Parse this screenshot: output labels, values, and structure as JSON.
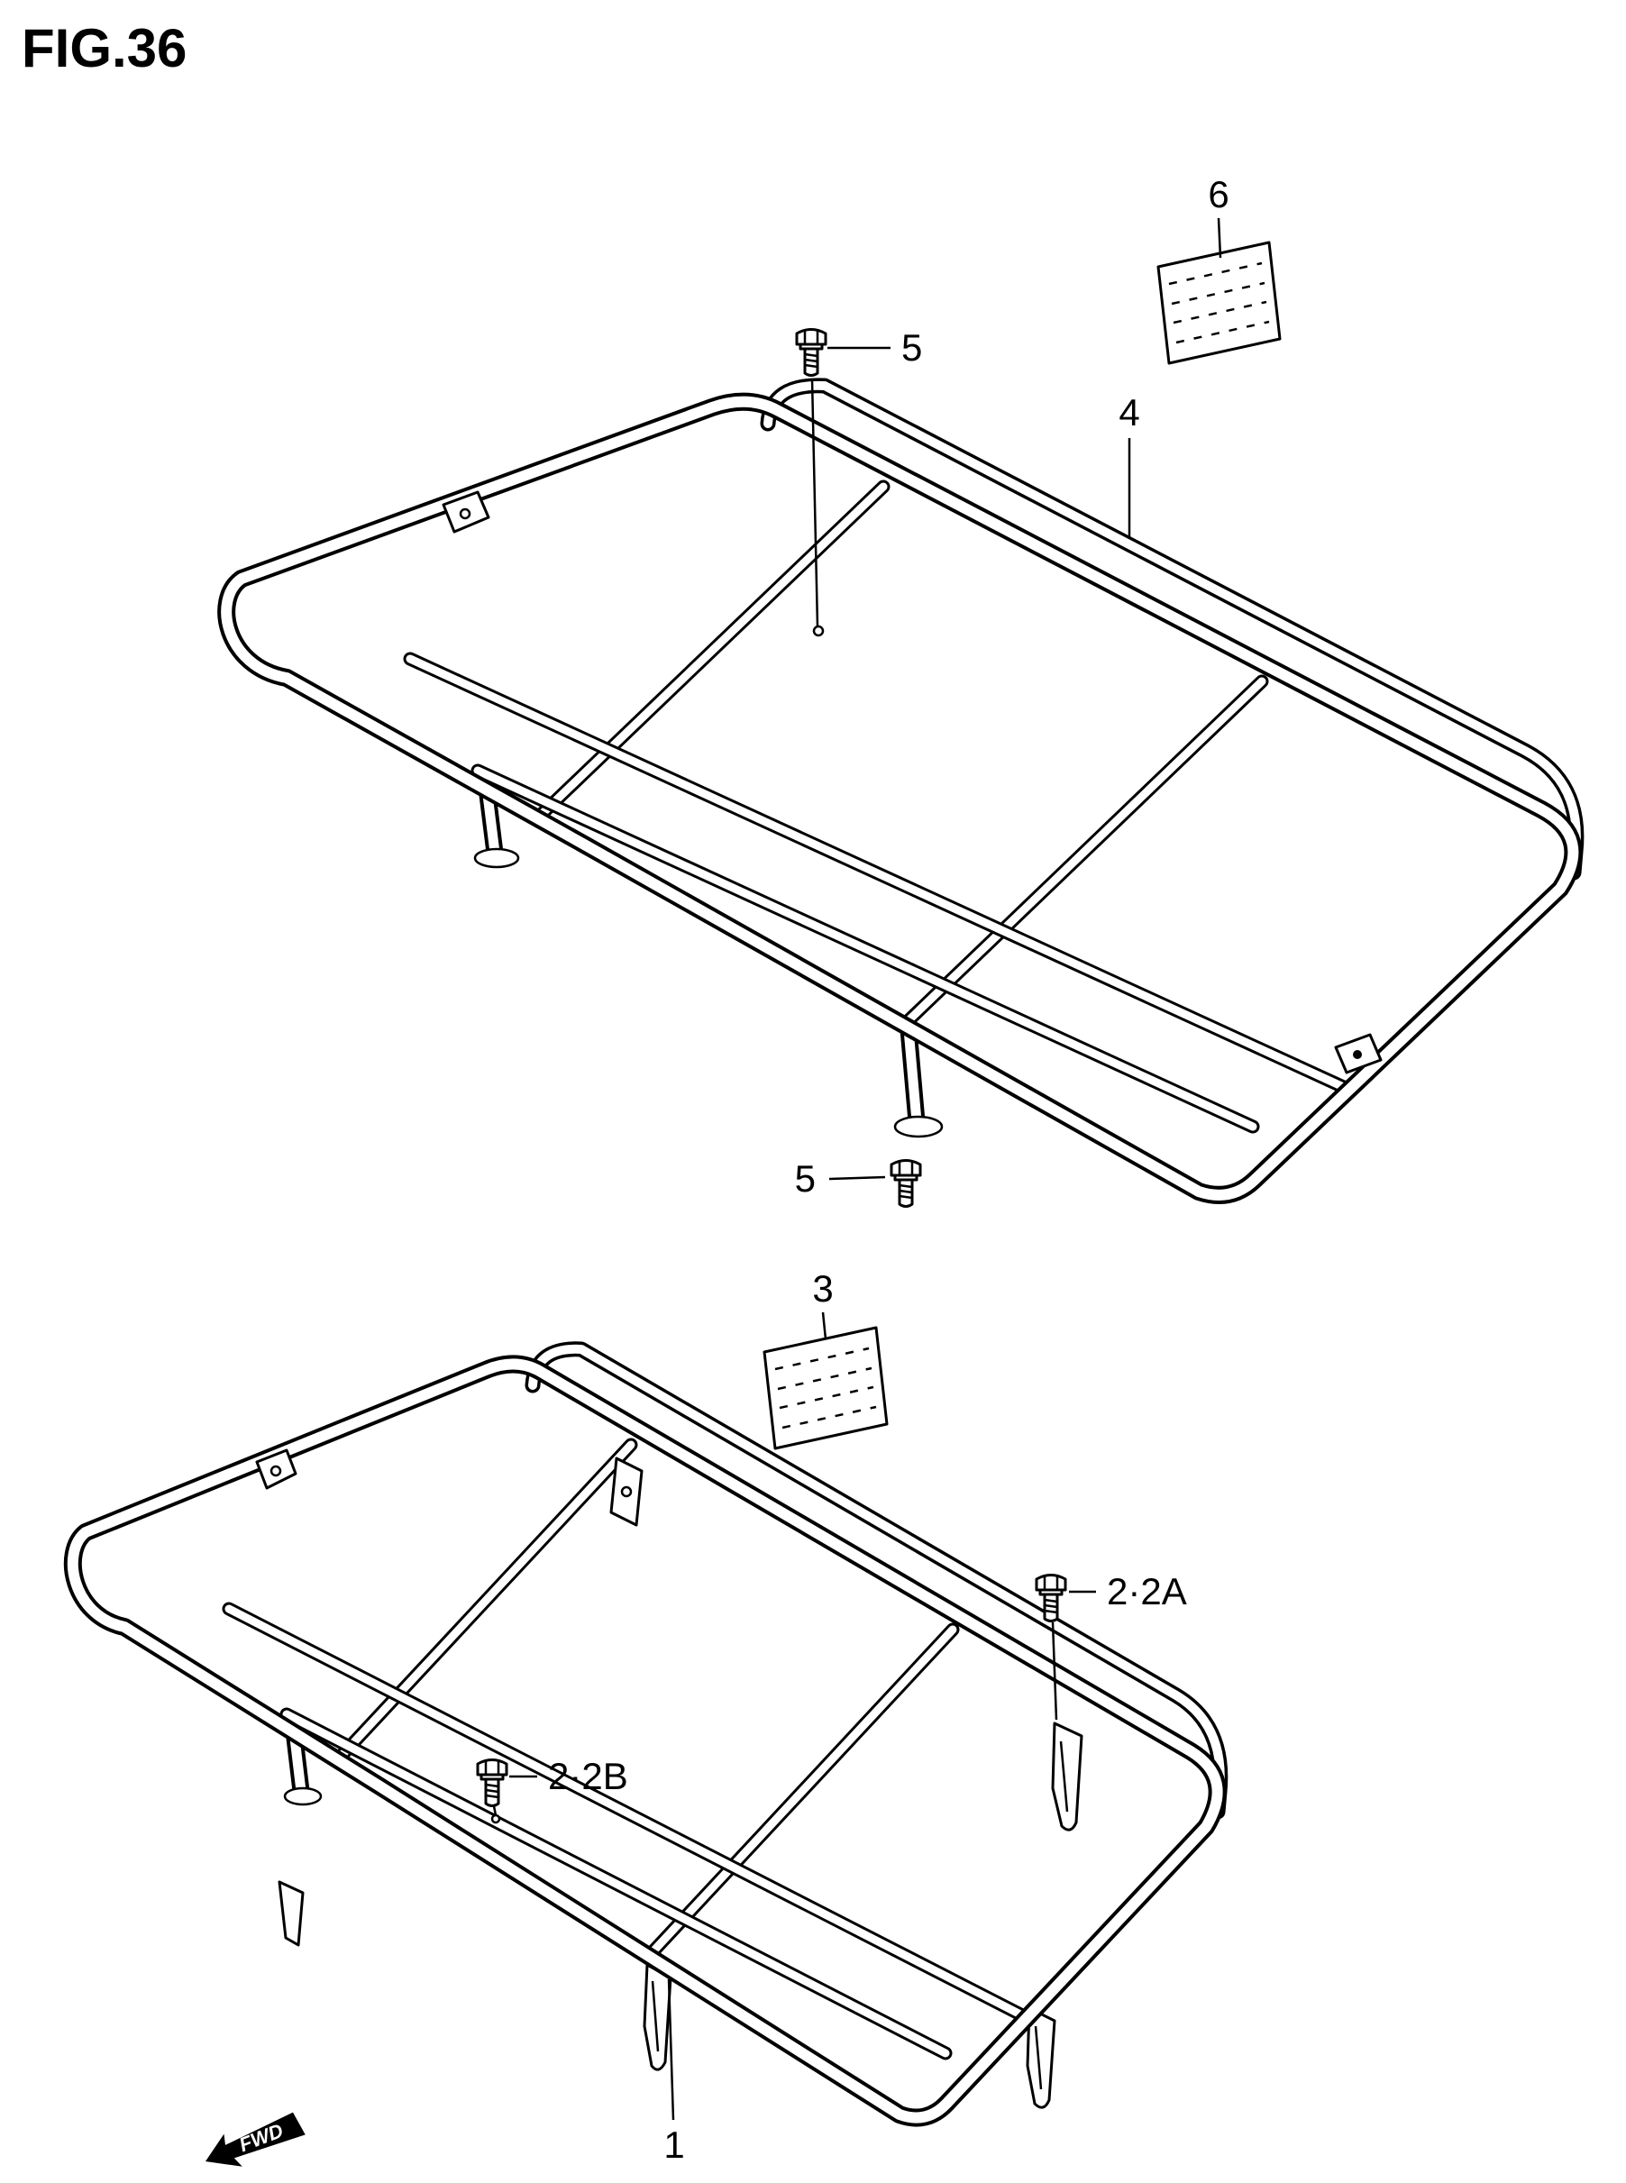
{
  "figure": {
    "title": "FIG.36"
  },
  "callouts": {
    "item6": "6",
    "item5_top": "5",
    "item4": "4",
    "item5_bottom": "5",
    "item3": "3",
    "item2a": "2·2A",
    "item2b": "2·2B",
    "item1": "1"
  },
  "fwd_marker": {
    "label": "FWD"
  },
  "colors": {
    "line": "#000000",
    "background": "#ffffff"
  }
}
